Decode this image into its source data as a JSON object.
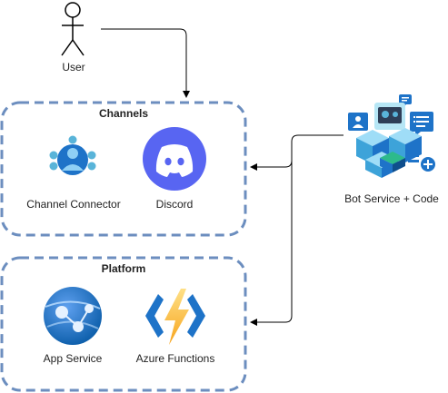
{
  "actor": {
    "label": "User"
  },
  "groups": {
    "channels": {
      "title": "Channels",
      "items": [
        {
          "label": "Channel Connector",
          "icon": "channel-connector-icon"
        },
        {
          "label": "Discord",
          "icon": "discord-icon"
        }
      ]
    },
    "platform": {
      "title": "Platform",
      "items": [
        {
          "label": "App Service",
          "icon": "app-service-icon"
        },
        {
          "label": "Azure Functions",
          "icon": "azure-functions-icon"
        }
      ]
    }
  },
  "bot": {
    "label": "Bot Service + Code",
    "icon": "bot-service-icon"
  },
  "colors": {
    "group_border": "#6C8EBF",
    "discord": "#5865F2",
    "azure_blue": "#1E73C8",
    "functions_yellow": "#F7B51C",
    "cyan": "#59B4D9"
  }
}
